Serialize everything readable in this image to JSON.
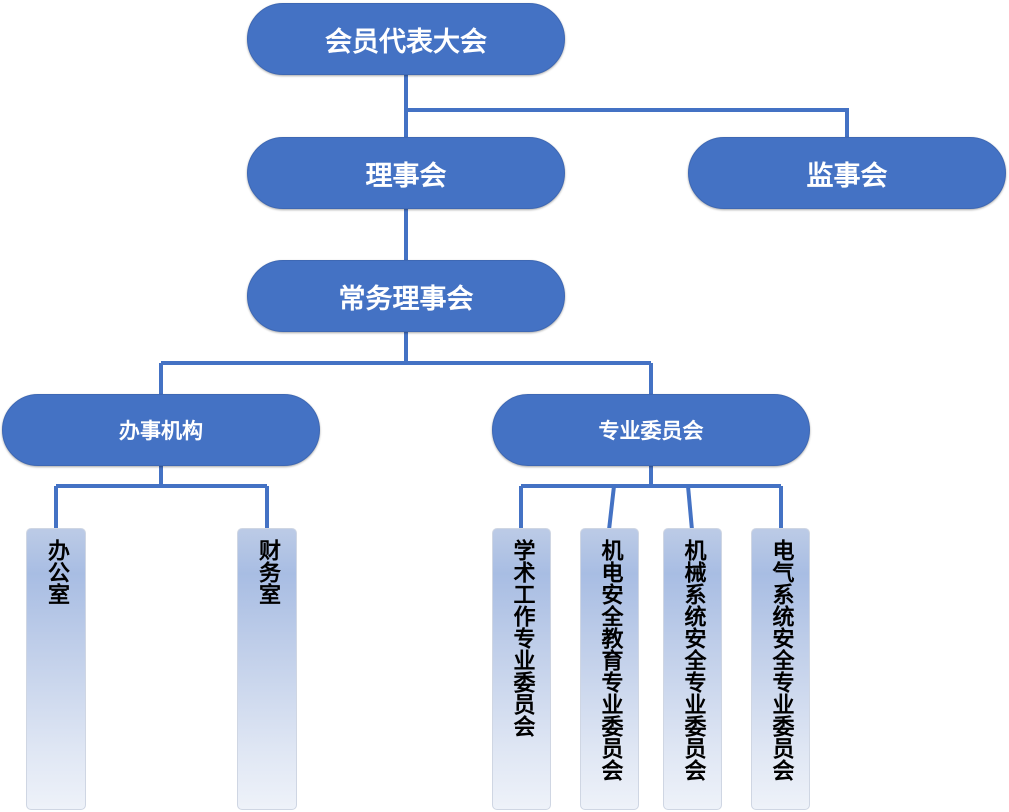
{
  "diagram": {
    "type": "org-chart",
    "colors": {
      "node": "#4472c4",
      "connector": "#4472c4",
      "node_text": "#ffffff",
      "leaf_text": "#000000"
    },
    "nodes": {
      "general_assembly": "会员代表大会",
      "council": "理事会",
      "supervisory_board": "监事会",
      "standing_council": "常务理事会",
      "administrative_office": "办事机构",
      "special_committees": "专业委员会"
    },
    "admin_units": [
      "办公室",
      "财务室"
    ],
    "committees": [
      "学术工作专业委员会",
      "机电安全教育专业委员会",
      "机械系统安全专业委员会",
      "电气系统安全专业委员会"
    ],
    "edges": [
      [
        "会员代表大会",
        "理事会"
      ],
      [
        "会员代表大会",
        "监事会"
      ],
      [
        "理事会",
        "常务理事会"
      ],
      [
        "常务理事会",
        "办事机构"
      ],
      [
        "常务理事会",
        "专业委员会"
      ],
      [
        "办事机构",
        "办公室"
      ],
      [
        "办事机构",
        "财务室"
      ],
      [
        "专业委员会",
        "学术工作专业委员会"
      ],
      [
        "专业委员会",
        "机电安全教育专业委员会"
      ],
      [
        "专业委员会",
        "机械系统安全专业委员会"
      ],
      [
        "专业委员会",
        "电气系统安全专业委员会"
      ]
    ]
  }
}
